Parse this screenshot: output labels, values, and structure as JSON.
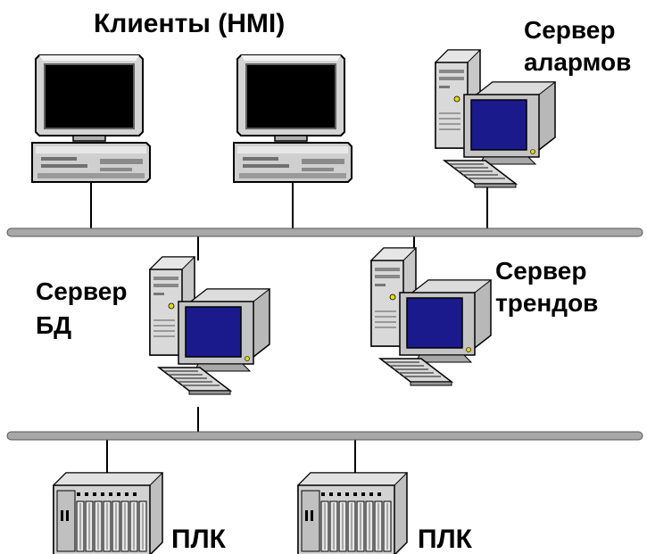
{
  "diagram": {
    "title": "Клиенты  (HMI)",
    "nodes": {
      "alarm_server": {
        "line1": "Сервер",
        "line2": "алармов"
      },
      "db_server": {
        "line1": "Сервер",
        "line2": "БД"
      },
      "trend_server": {
        "line1": "Сервер",
        "line2": "трендов"
      },
      "plc_1": {
        "label": "ПЛК"
      },
      "plc_2": {
        "label": "ПЛК"
      }
    },
    "colors": {
      "bus": "#a8a8a8",
      "case": "#c8c8c8",
      "screen_client": "#000000",
      "screen_server": "#1a1a8c",
      "indicator": "#e8d800"
    }
  }
}
